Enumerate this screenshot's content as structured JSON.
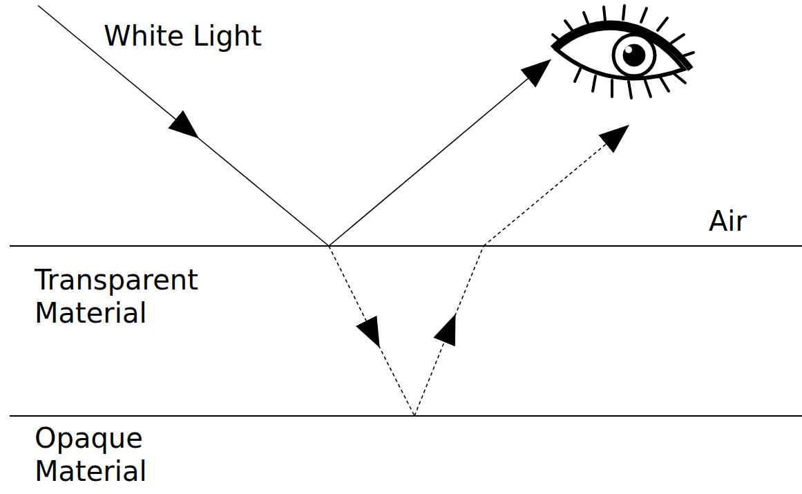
{
  "diagram": {
    "labels": [
      "White Light",
      "Air",
      "Transparent Material",
      "Opaque Material"
    ]
  }
}
